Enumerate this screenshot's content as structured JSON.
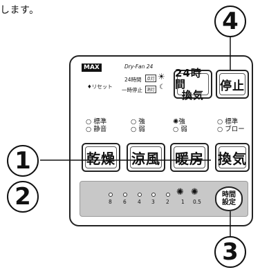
{
  "top_text": "します。",
  "callouts": {
    "c1": "1",
    "c2": "2",
    "c3": "3",
    "c4": "4"
  },
  "panel": {
    "brand": "MAX",
    "model": "Dry-Fan 24",
    "reset_label": "♦リセット",
    "hours24_label": "24時間",
    "pause_label": "一時停止",
    "on_label": "点灯",
    "off_label": "消灯",
    "btn_24h_line1": "24時間",
    "btn_24h_line2": "換気",
    "btn_stop": "停止"
  },
  "modes": [
    {
      "line1": "○ 標準",
      "line2": "○ 静音",
      "button": "乾燥"
    },
    {
      "line1": "○ 強",
      "line2": "○ 弱",
      "button": "涼風"
    },
    {
      "line1": "強",
      "line2": "○ 弱",
      "button": "暖房"
    },
    {
      "line1": "○ 標準",
      "line2": "○ ブロー",
      "button": "換気"
    }
  ],
  "timer": {
    "values": [
      "8",
      "6",
      "4",
      "3",
      "2",
      "1",
      "0.5"
    ],
    "button_line1": "時間",
    "button_line2": "設定"
  }
}
